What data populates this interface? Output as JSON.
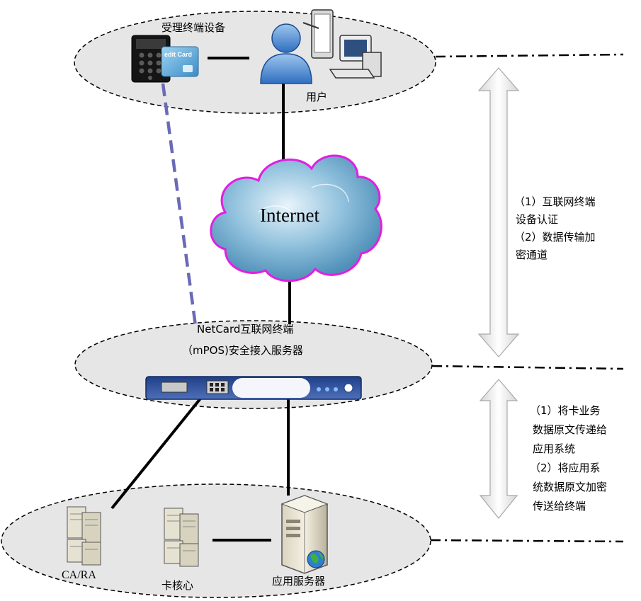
{
  "top_zone": {
    "terminal_label": "受理终端设备",
    "user_label": "用户",
    "card_text": "edit Card"
  },
  "cloud": {
    "label": "Internet"
  },
  "middle_zone": {
    "server_line1": "NetCard互联网终端",
    "server_line2": "（mPOS)安全接入服务器"
  },
  "bottom_zone": {
    "cara_label": "CA/RA",
    "card_core_label": "卡核心",
    "app_server_label": "应用服务器"
  },
  "notes": {
    "upper": [
      "（1）互联网终端",
      "设备认证",
      "（2）数据传输加",
      "密通道"
    ],
    "lower": [
      "（1）将卡业务",
      "数据原文传递给",
      "应用系统",
      "（2）将应用系",
      "统数据原文加密",
      "传送给终端"
    ]
  },
  "colors": {
    "ellipse_fill": "#e6e6e6",
    "cloud_outline": "#e020e0",
    "dashed_link": "#6a6ab8",
    "arrow_fill": "#f0f0f0"
  }
}
